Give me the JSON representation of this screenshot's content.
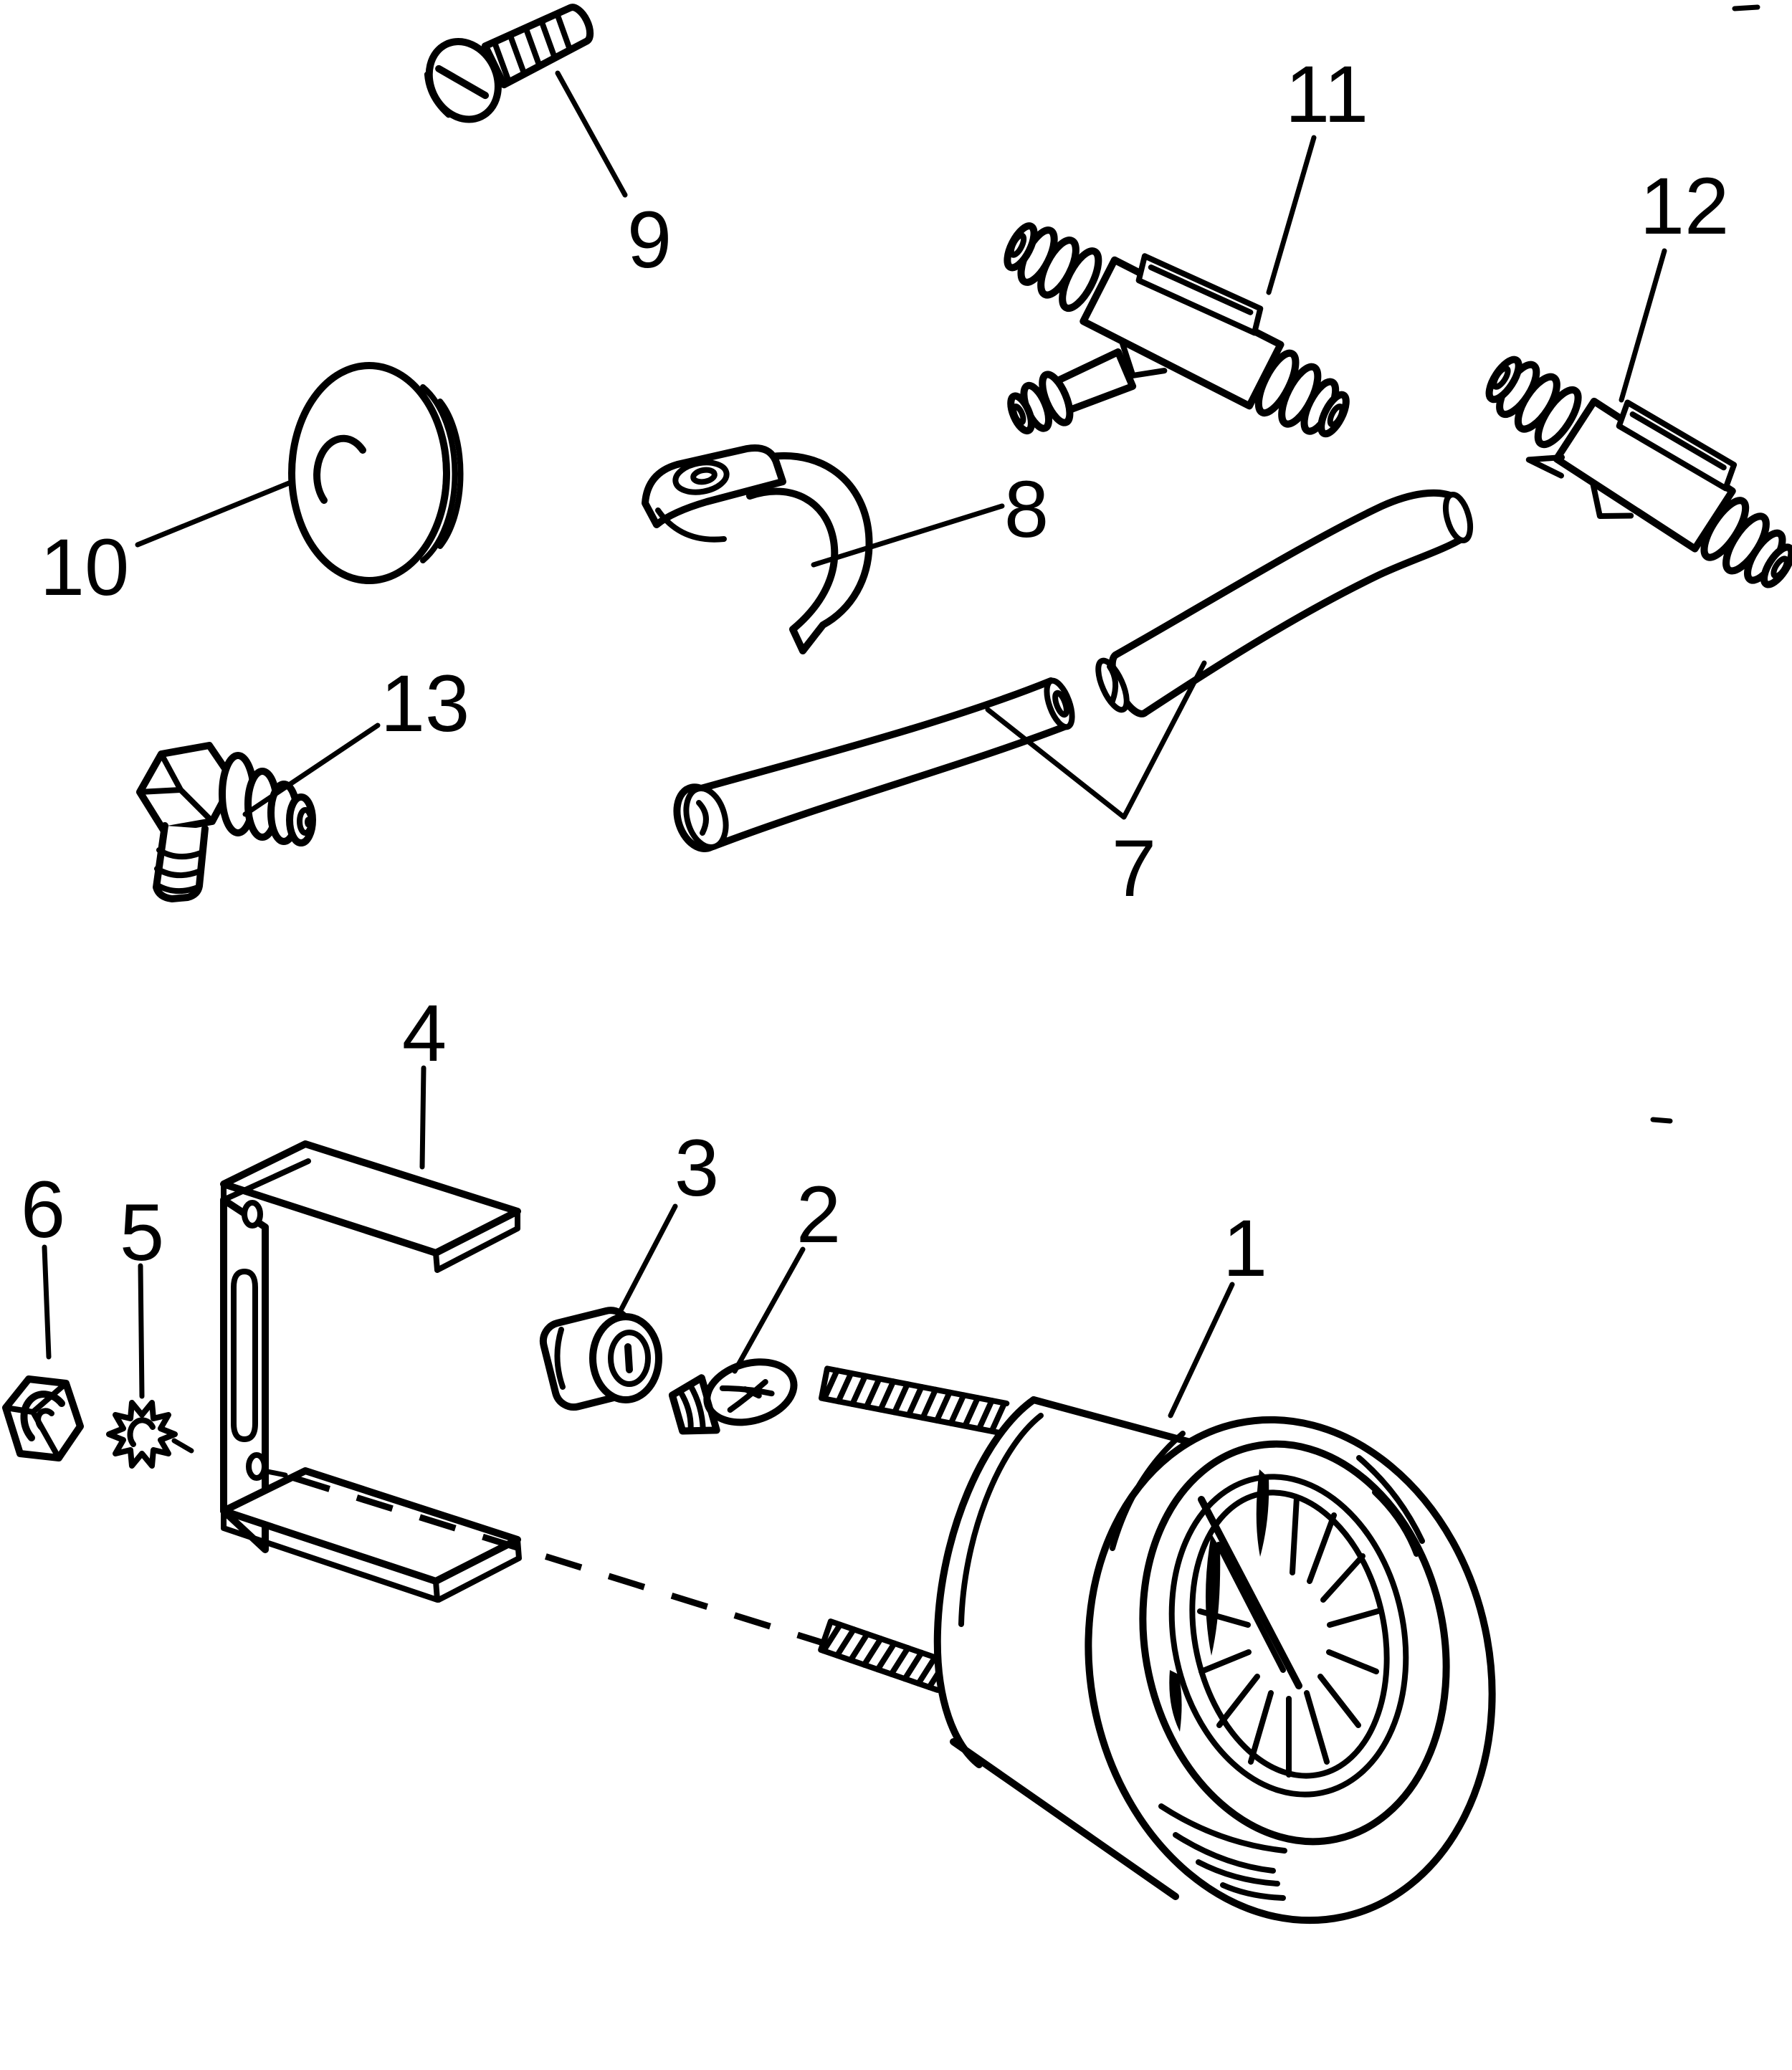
{
  "figure": {
    "type": "exploded-parts-line-diagram",
    "background_color": "#ffffff",
    "line_color": "#000000",
    "callouts": [
      {
        "number": "1"
      },
      {
        "number": "2"
      },
      {
        "number": "3"
      },
      {
        "number": "4"
      },
      {
        "number": "5"
      },
      {
        "number": "6"
      },
      {
        "number": "7"
      },
      {
        "number": "8"
      },
      {
        "number": "9"
      },
      {
        "number": "10"
      },
      {
        "number": "11"
      },
      {
        "number": "12"
      },
      {
        "number": "13"
      }
    ]
  }
}
